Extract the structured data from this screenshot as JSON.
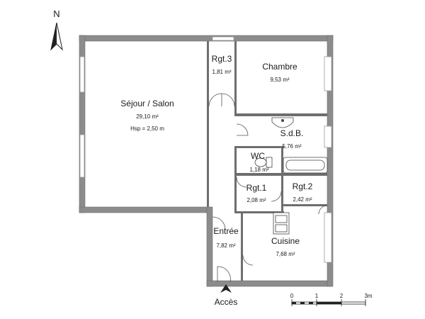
{
  "north_label": "N",
  "rooms": [
    {
      "id": "sejour",
      "name": "Séjour / Salon",
      "area": "29,10 m²",
      "extra": "Hsp = 2,50 m"
    },
    {
      "id": "rgt3",
      "name": "Rgt.3",
      "area": "1,81 m²"
    },
    {
      "id": "chambre",
      "name": "Chambre",
      "area": "9,53 m²"
    },
    {
      "id": "sdb",
      "name": "S.d.B.",
      "area": "5,76 m²"
    },
    {
      "id": "wc",
      "name": "WC",
      "area": "1,18 m²"
    },
    {
      "id": "rgt1",
      "name": "Rgt.1",
      "area": "2,08 m²"
    },
    {
      "id": "rgt2",
      "name": "Rgt.2",
      "area": "2,42 m²"
    },
    {
      "id": "entree",
      "name": "Entrée",
      "area": "7,82 m²"
    },
    {
      "id": "cuisine",
      "name": "Cuisine",
      "area": "7,68 m²"
    }
  ],
  "access_label": "Accès",
  "scale": {
    "ticks": [
      "0",
      "1",
      "2",
      "3m"
    ]
  },
  "colors": {
    "wall": "#8c8c8c",
    "background": "#ffffff",
    "text": "#1a1a1a"
  }
}
